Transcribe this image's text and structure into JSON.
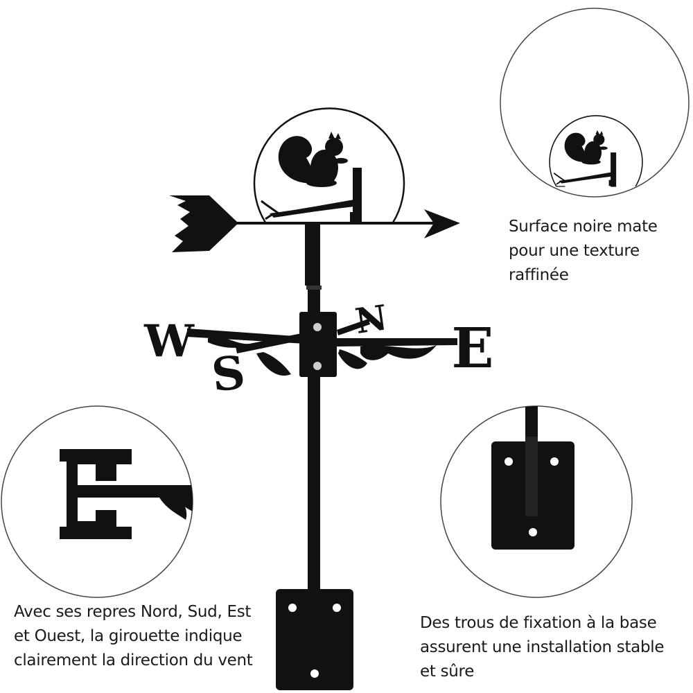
{
  "captions": {
    "surface": [
      "Surface noire mate",
      "pour une texture",
      "raffinée"
    ],
    "directions": [
      "Avec ses repres Nord, Sud, Est",
      "et Ouest, la girouette indique",
      "clairement la direction du vent"
    ],
    "holes": [
      "Des trous de fixation à la base",
      "assurent une installation stable",
      "et sûre"
    ]
  },
  "compass_letters": {
    "north": "N",
    "south": "S",
    "east": "E",
    "west": "W"
  },
  "colors": {
    "metal": "#111111",
    "background": "#ffffff",
    "circle_outline": "#444444",
    "text": "#1a1a1a"
  },
  "icons": {
    "topper": "squirrel-on-branch-icon",
    "arrow": "arrow-pointer",
    "mount": "mounting-plate"
  }
}
